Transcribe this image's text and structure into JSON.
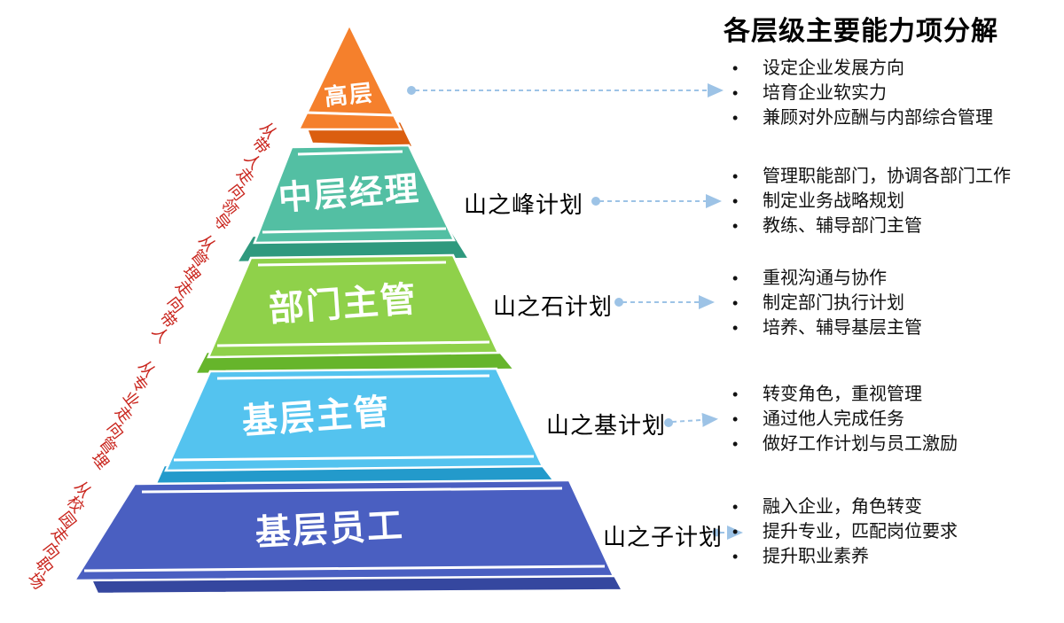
{
  "header": {
    "title": "各层级主要能力项分解"
  },
  "bullet_char": "•",
  "colors": {
    "connector_blue": "#9DC3E6",
    "transition_red": "#C9241C",
    "level_orange": "#F5802C",
    "level_orange_shadow": "#DB5E0F",
    "level_teal": "#53BFA3",
    "level_teal_shadow": "#2F997E",
    "level_green": "#8FD14A",
    "level_green_shadow": "#66B52B",
    "level_lightblue": "#54C3EF",
    "level_lightblue_shadow": "#239ACB",
    "level_blue": "#4A5FC1",
    "level_blue_shadow": "#35479F"
  },
  "pyramid": {
    "levels": [
      {
        "label": "高层"
      },
      {
        "label": "中层经理",
        "plan": "山之峰计划",
        "transition": "从带人走向领导"
      },
      {
        "label": "部门主管",
        "plan": "山之石计划",
        "transition": "从管理走向带人"
      },
      {
        "label": "基层主管",
        "plan": "山之基计划",
        "transition": "从专业走向管理"
      },
      {
        "label": "基层员工",
        "plan": "山之子计划",
        "transition": "从校园走向职场"
      }
    ]
  },
  "capabilities": [
    {
      "items": [
        "设定企业发展方向",
        "培育企业软实力",
        "兼顾对外应酬与内部综合管理"
      ]
    },
    {
      "items": [
        "管理职能部门，协调各部门工作",
        "制定业务战略规划",
        "教练、辅导部门主管"
      ]
    },
    {
      "items": [
        "重视沟通与协作",
        "制定部门执行计划",
        "培养、辅导基层主管"
      ]
    },
    {
      "items": [
        "转变角色，重视管理",
        "通过他人完成任务",
        "做好工作计划与员工激励"
      ]
    },
    {
      "items": [
        "融入企业，角色转变",
        "提升专业，匹配岗位要求",
        "提升职业素养"
      ]
    }
  ]
}
